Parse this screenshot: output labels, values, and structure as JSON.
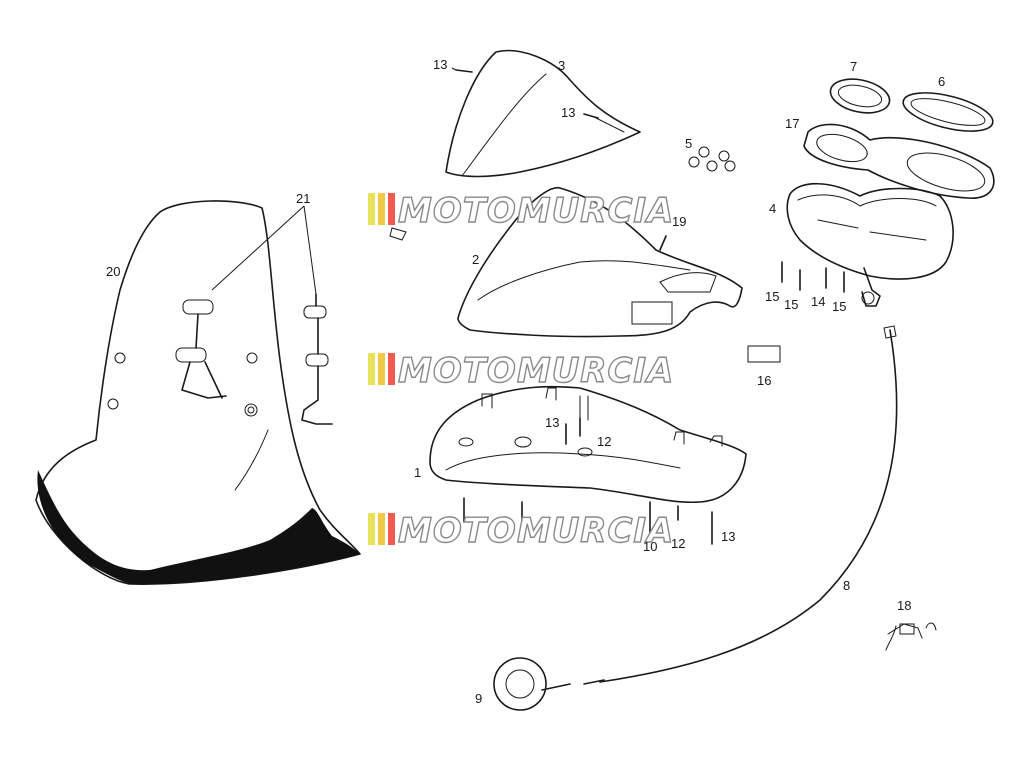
{
  "diagram": {
    "callouts": {
      "c1": "1",
      "c2": "2",
      "c3": "3",
      "c4": "4",
      "c5": "5",
      "c6": "6",
      "c7": "7",
      "c8": "8",
      "c9": "9",
      "c10": "10",
      "c12a": "12",
      "c12b": "12",
      "c13a": "13",
      "c13b": "13",
      "c13c": "13",
      "c13d": "13",
      "c14": "14",
      "c15a": "15",
      "c15b": "15",
      "c15c": "15",
      "c16": "16",
      "c17": "17",
      "c18": "18",
      "c19": "19",
      "c20": "20",
      "c21": "21"
    },
    "watermark": {
      "text": "MOTOMURCIA",
      "stripe_colors": [
        "#e7e35a",
        "#f2c84b",
        "#f05a4f"
      ]
    }
  }
}
